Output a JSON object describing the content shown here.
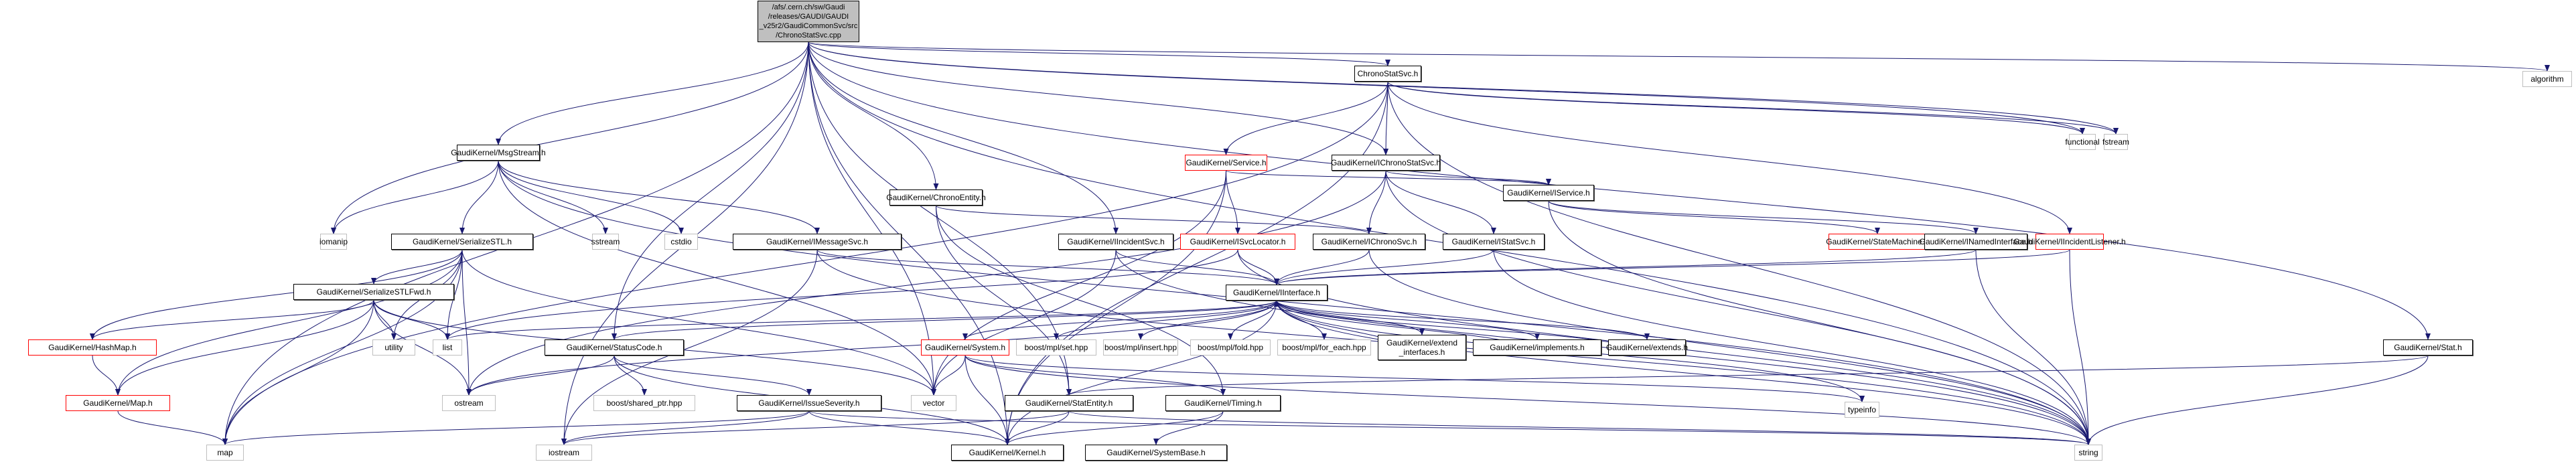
{
  "graph": {
    "title": "Include dependency graph for ChronoStatSvc.cpp",
    "edge_color": "#191970",
    "node_border_colors": {
      "documented": "#000000",
      "incomplete": "#ff0000",
      "external": "#bfbfbf"
    },
    "nodes": [
      {
        "id": "root",
        "label": "/afs/.cern.ch/sw/Gaudi\n/releases/GAUDI/GAUDI\n_v25r2/GaudiCommonSvc/src\n/ChronoStatSvc.cpp",
        "kind": "root"
      },
      {
        "id": "ChronoStatSvc_h",
        "label": "ChronoStatSvc.h",
        "kind": "doc"
      },
      {
        "id": "algorithm",
        "label": "algorithm",
        "kind": "ext"
      },
      {
        "id": "functional",
        "label": "functional",
        "kind": "ext"
      },
      {
        "id": "fstream",
        "label": "fstream",
        "kind": "ext"
      },
      {
        "id": "MsgStream_h",
        "label": "GaudiKernel/MsgStream.h",
        "kind": "doc"
      },
      {
        "id": "Service_h",
        "label": "GaudiKernel/Service.h",
        "kind": "red"
      },
      {
        "id": "IChronoStatSvc_h",
        "label": "GaudiKernel/IChronoStatSvc.h",
        "kind": "doc"
      },
      {
        "id": "ChronoEntity_h",
        "label": "GaudiKernel/ChronoEntity.h",
        "kind": "doc"
      },
      {
        "id": "IService_h",
        "label": "GaudiKernel/IService.h",
        "kind": "doc"
      },
      {
        "id": "iomanip",
        "label": "iomanip",
        "kind": "ext"
      },
      {
        "id": "SerializeSTL_h",
        "label": "GaudiKernel/SerializeSTL.h",
        "kind": "doc"
      },
      {
        "id": "sstream",
        "label": "sstream",
        "kind": "ext"
      },
      {
        "id": "cstdio",
        "label": "cstdio",
        "kind": "ext"
      },
      {
        "id": "IMessageSvc_h",
        "label": "GaudiKernel/IMessageSvc.h",
        "kind": "doc"
      },
      {
        "id": "IIncidentSvc_h",
        "label": "GaudiKernel/IIncidentSvc.h",
        "kind": "doc"
      },
      {
        "id": "ISvcLocator_h",
        "label": "GaudiKernel/ISvcLocator.h",
        "kind": "red"
      },
      {
        "id": "IChronoSvc_h",
        "label": "GaudiKernel/IChronoSvc.h",
        "kind": "doc"
      },
      {
        "id": "IStatSvc_h",
        "label": "GaudiKernel/IStatSvc.h",
        "kind": "doc"
      },
      {
        "id": "StateMachine_h",
        "label": "GaudiKernel/StateMachine.h",
        "kind": "red"
      },
      {
        "id": "INamedInterface_h",
        "label": "GaudiKernel/INamedInterface.h",
        "kind": "doc"
      },
      {
        "id": "IIncidentListener_h",
        "label": "GaudiKernel/IIncidentListener.h",
        "kind": "red"
      },
      {
        "id": "SerializeSTLFwd_h",
        "label": "GaudiKernel/SerializeSTLFwd.h",
        "kind": "doc"
      },
      {
        "id": "IInterface_h",
        "label": "GaudiKernel/IInterface.h",
        "kind": "doc"
      },
      {
        "id": "HashMap_h",
        "label": "GaudiKernel/HashMap.h",
        "kind": "red"
      },
      {
        "id": "utility",
        "label": "utility",
        "kind": "ext"
      },
      {
        "id": "list",
        "label": "list",
        "kind": "ext"
      },
      {
        "id": "StatusCode_h",
        "label": "GaudiKernel/StatusCode.h",
        "kind": "doc"
      },
      {
        "id": "System_h",
        "label": "GaudiKernel/System.h",
        "kind": "red"
      },
      {
        "id": "mpl_set",
        "label": "boost/mpl/set.hpp",
        "kind": "ext"
      },
      {
        "id": "mpl_insert",
        "label": "boost/mpl/insert.hpp",
        "kind": "ext"
      },
      {
        "id": "mpl_fold",
        "label": "boost/mpl/fold.hpp",
        "kind": "ext"
      },
      {
        "id": "mpl_for_each",
        "label": "boost/mpl/for_each.hpp",
        "kind": "ext"
      },
      {
        "id": "extend_interfaces_h",
        "label": "GaudiKernel/extend\n_interfaces.h",
        "kind": "doc"
      },
      {
        "id": "implements_h",
        "label": "GaudiKernel/implements.h",
        "kind": "doc"
      },
      {
        "id": "extends_h",
        "label": "GaudiKernel/extends.h",
        "kind": "doc"
      },
      {
        "id": "Stat_h",
        "label": "GaudiKernel/Stat.h",
        "kind": "doc"
      },
      {
        "id": "Map_h",
        "label": "GaudiKernel/Map.h",
        "kind": "red"
      },
      {
        "id": "ostream",
        "label": "ostream",
        "kind": "ext"
      },
      {
        "id": "shared_ptr",
        "label": "boost/shared_ptr.hpp",
        "kind": "ext"
      },
      {
        "id": "IssueSeverity_h",
        "label": "GaudiKernel/IssueSeverity.h",
        "kind": "doc"
      },
      {
        "id": "vector",
        "label": "vector",
        "kind": "ext"
      },
      {
        "id": "StatEntity_h",
        "label": "GaudiKernel/StatEntity.h",
        "kind": "doc"
      },
      {
        "id": "Timing_h",
        "label": "GaudiKernel/Timing.h",
        "kind": "doc"
      },
      {
        "id": "typeinfo",
        "label": "typeinfo",
        "kind": "ext"
      },
      {
        "id": "map",
        "label": "map",
        "kind": "ext"
      },
      {
        "id": "iostream",
        "label": "iostream",
        "kind": "ext"
      },
      {
        "id": "Kernel_h",
        "label": "GaudiKernel/Kernel.h",
        "kind": "doc"
      },
      {
        "id": "SystemBase_h",
        "label": "GaudiKernel/SystemBase.h",
        "kind": "doc"
      },
      {
        "id": "string",
        "label": "string",
        "kind": "ext"
      }
    ],
    "edges": [
      [
        "root",
        "ChronoStatSvc_h"
      ],
      [
        "root",
        "algorithm"
      ],
      [
        "root",
        "functional"
      ],
      [
        "root",
        "fstream"
      ],
      [
        "root",
        "MsgStream_h"
      ],
      [
        "root",
        "IChronoStatSvc_h"
      ],
      [
        "root",
        "ChronoEntity_h"
      ],
      [
        "root",
        "IIncidentSvc_h"
      ],
      [
        "root",
        "StatusCode_h"
      ],
      [
        "root",
        "StatEntity_h"
      ],
      [
        "root",
        "Stat_h"
      ],
      [
        "root",
        "iomanip"
      ],
      [
        "root",
        "map"
      ],
      [
        "root",
        "iostream"
      ],
      [
        "root",
        "Kernel_h"
      ],
      [
        "root",
        "string"
      ],
      [
        "root",
        "vector"
      ],
      [
        "ChronoStatSvc_h",
        "functional"
      ],
      [
        "ChronoStatSvc_h",
        "fstream"
      ],
      [
        "ChronoStatSvc_h",
        "Service_h"
      ],
      [
        "ChronoStatSvc_h",
        "IChronoStatSvc_h"
      ],
      [
        "ChronoStatSvc_h",
        "IIncidentListener_h"
      ],
      [
        "ChronoStatSvc_h",
        "string"
      ],
      [
        "ChronoStatSvc_h",
        "Kernel_h"
      ],
      [
        "ChronoStatSvc_h",
        "map"
      ],
      [
        "Service_h",
        "IService_h"
      ],
      [
        "Service_h",
        "ISvcLocator_h"
      ],
      [
        "Service_h",
        "Kernel_h"
      ],
      [
        "Service_h",
        "vector"
      ],
      [
        "IChronoStatSvc_h",
        "IChronoSvc_h"
      ],
      [
        "IChronoStatSvc_h",
        "IStatSvc_h"
      ],
      [
        "IChronoStatSvc_h",
        "IService_h"
      ],
      [
        "IChronoStatSvc_h",
        "string"
      ],
      [
        "IChronoStatSvc_h",
        "ostream"
      ],
      [
        "IService_h",
        "StateMachine_h"
      ],
      [
        "IService_h",
        "INamedInterface_h"
      ],
      [
        "IService_h",
        "string"
      ],
      [
        "INamedInterface_h",
        "IInterface_h"
      ],
      [
        "INamedInterface_h",
        "string"
      ],
      [
        "IIncidentListener_h",
        "IInterface_h"
      ],
      [
        "IIncidentListener_h",
        "string"
      ],
      [
        "MsgStream_h",
        "iomanip"
      ],
      [
        "MsgStream_h",
        "SerializeSTL_h"
      ],
      [
        "MsgStream_h",
        "sstream"
      ],
      [
        "MsgStream_h",
        "cstdio"
      ],
      [
        "MsgStream_h",
        "IMessageSvc_h"
      ],
      [
        "MsgStream_h",
        "string"
      ],
      [
        "MsgStream_h",
        "vector"
      ],
      [
        "ChronoEntity_h",
        "IChronoSvc_h"
      ],
      [
        "ChronoEntity_h",
        "StatEntity_h"
      ],
      [
        "ChronoEntity_h",
        "Timing_h"
      ],
      [
        "IIncidentSvc_h",
        "IInterface_h"
      ],
      [
        "IIncidentSvc_h",
        "string"
      ],
      [
        "IIncidentSvc_h",
        "vector"
      ],
      [
        "ISvcLocator_h",
        "IInterface_h"
      ],
      [
        "ISvcLocator_h",
        "string"
      ],
      [
        "ISvcLocator_h",
        "list"
      ],
      [
        "IChronoSvc_h",
        "IInterface_h"
      ],
      [
        "IChronoSvc_h",
        "string"
      ],
      [
        "IStatSvc_h",
        "IInterface_h"
      ],
      [
        "IStatSvc_h",
        "string"
      ],
      [
        "IMessageSvc_h",
        "IInterface_h"
      ],
      [
        "IMessageSvc_h",
        "string"
      ],
      [
        "IMessageSvc_h",
        "iostream"
      ],
      [
        "SerializeSTL_h",
        "SerializeSTLFwd_h"
      ],
      [
        "SerializeSTL_h",
        "HashMap_h"
      ],
      [
        "SerializeSTL_h",
        "Map_h"
      ],
      [
        "SerializeSTL_h",
        "utility"
      ],
      [
        "SerializeSTL_h",
        "list"
      ],
      [
        "SerializeSTL_h",
        "map"
      ],
      [
        "SerializeSTL_h",
        "ostream"
      ],
      [
        "SerializeSTL_h",
        "vector"
      ],
      [
        "SerializeSTLFwd_h",
        "HashMap_h"
      ],
      [
        "SerializeSTLFwd_h",
        "Map_h"
      ],
      [
        "SerializeSTLFwd_h",
        "utility"
      ],
      [
        "SerializeSTLFwd_h",
        "list"
      ],
      [
        "SerializeSTLFwd_h",
        "map"
      ],
      [
        "SerializeSTLFwd_h",
        "ostream"
      ],
      [
        "SerializeSTLFwd_h",
        "vector"
      ],
      [
        "HashMap_h",
        "Map_h"
      ],
      [
        "Map_h",
        "map"
      ],
      [
        "IInterface_h",
        "StatusCode_h"
      ],
      [
        "IInterface_h",
        "System_h"
      ],
      [
        "IInterface_h",
        "mpl_set"
      ],
      [
        "IInterface_h",
        "mpl_insert"
      ],
      [
        "IInterface_h",
        "mpl_fold"
      ],
      [
        "IInterface_h",
        "mpl_for_each"
      ],
      [
        "IInterface_h",
        "extend_interfaces_h"
      ],
      [
        "IInterface_h",
        "implements_h"
      ],
      [
        "IInterface_h",
        "extends_h"
      ],
      [
        "IInterface_h",
        "Kernel_h"
      ],
      [
        "IInterface_h",
        "ostream"
      ],
      [
        "IInterface_h",
        "string"
      ],
      [
        "IInterface_h",
        "typeinfo"
      ],
      [
        "IInterface_h",
        "list"
      ],
      [
        "extend_interfaces_h",
        "IInterface_h"
      ],
      [
        "implements_h",
        "IInterface_h"
      ],
      [
        "extends_h",
        "IInterface_h"
      ],
      [
        "StatusCode_h",
        "ostream"
      ],
      [
        "StatusCode_h",
        "shared_ptr"
      ],
      [
        "StatusCode_h",
        "IssueSeverity_h"
      ],
      [
        "StatusCode_h",
        "Kernel_h"
      ],
      [
        "IssueSeverity_h",
        "map"
      ],
      [
        "IssueSeverity_h",
        "iostream"
      ],
      [
        "IssueSeverity_h",
        "string"
      ],
      [
        "IssueSeverity_h",
        "Kernel_h"
      ],
      [
        "System_h",
        "Timing_h"
      ],
      [
        "System_h",
        "Kernel_h"
      ],
      [
        "System_h",
        "string"
      ],
      [
        "System_h",
        "typeinfo"
      ],
      [
        "System_h",
        "vector"
      ],
      [
        "StatEntity_h",
        "Kernel_h"
      ],
      [
        "StatEntity_h",
        "string"
      ],
      [
        "StatEntity_h",
        "iostream"
      ],
      [
        "Timing_h",
        "Kernel_h"
      ],
      [
        "Timing_h",
        "SystemBase_h"
      ],
      [
        "Stat_h",
        "StatEntity_h"
      ],
      [
        "Stat_h",
        "string"
      ]
    ]
  }
}
